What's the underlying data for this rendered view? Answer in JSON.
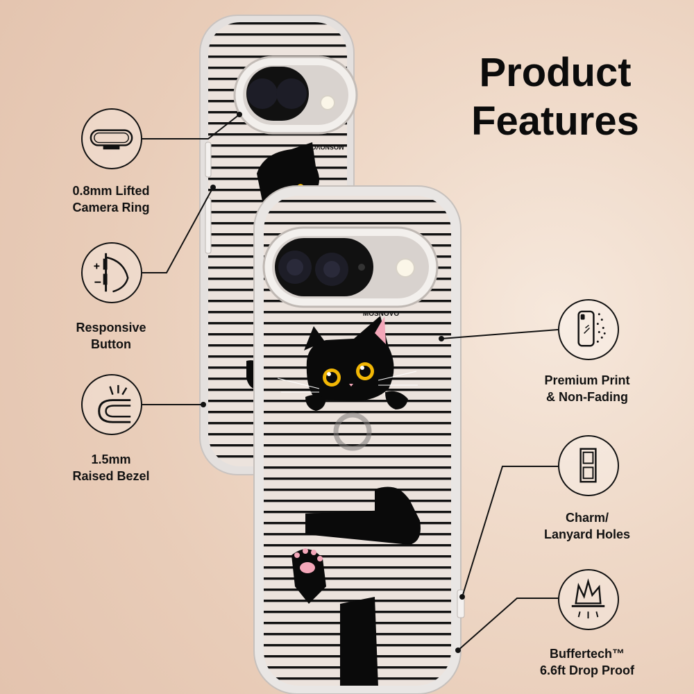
{
  "heading": {
    "line1": "Product",
    "line2": "Features"
  },
  "brand": "MOSNOVO",
  "features": {
    "camera_ring": {
      "line1": "0.8mm Lifted",
      "line2": "Camera Ring"
    },
    "responsive_button": {
      "line1": "Responsive",
      "line2": "Button"
    },
    "raised_bezel": {
      "line1": "1.5mm",
      "line2": "Raised Bezel"
    },
    "premium_print": {
      "line1": "Premium Print",
      "line2": "& Non-Fading"
    },
    "lanyard_holes": {
      "line1": "Charm/",
      "line2": "Lanyard Holes"
    },
    "drop_proof": {
      "line1": "Buffertech™",
      "line2": "6.6ft Drop Proof"
    }
  },
  "colors": {
    "stripe": "#111111",
    "cat": "#0a0a0a",
    "eye": "#f2b705",
    "paw_pad": "#f4a7b9"
  }
}
